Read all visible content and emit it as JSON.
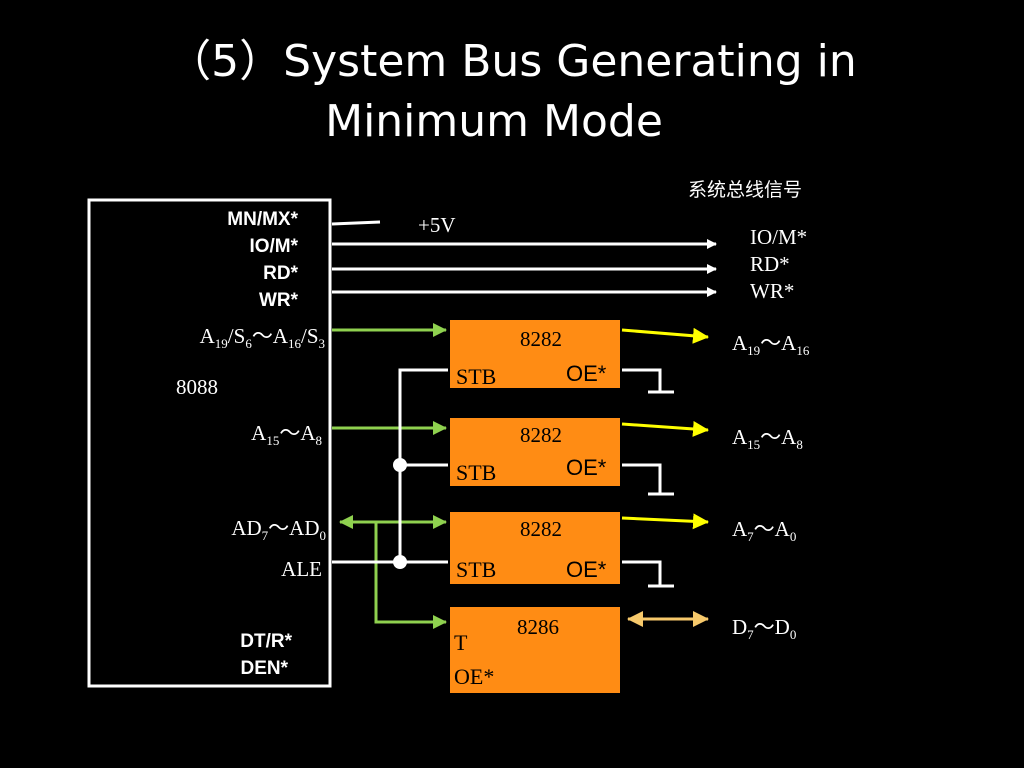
{
  "slide": {
    "title_line1": "（5）System Bus Generating in",
    "title_line2": "Minimum Mode",
    "system_bus_label": "系统总线信号"
  },
  "cpu": {
    "name": "8088",
    "pins": {
      "mnmx": "MN/MX*",
      "iom": "IO/M*",
      "rd": "RD*",
      "wr": "WR*",
      "a19_main": "A",
      "a19_s1": "19",
      "a19_m2": "/S",
      "a19_s2": "6",
      "a19_m3": "～A",
      "a19_s3": "16",
      "a19_m4": "/S",
      "a19_s4": "3",
      "a15_main": "A",
      "a15_s1": "15",
      "a15_m2": "～A",
      "a15_s2": "8",
      "ad_main": "AD",
      "ad_s1": "7",
      "ad_m2": "～AD",
      "ad_s2": "0",
      "ale": "ALE",
      "dtr": "DT/R*",
      "den": "DEN*"
    }
  },
  "supply": {
    "label": "+5V"
  },
  "bus_outputs": {
    "iom": "IO/M*",
    "rd": "RD*",
    "wr": "WR*",
    "a19": {
      "main": "A",
      "s1": "19",
      "m2": "～A",
      "s2": "16"
    },
    "a15": {
      "main": "A",
      "s1": "15",
      "m2": "～A",
      "s2": "8"
    },
    "a7": {
      "main": "A",
      "s1": "7",
      "m2": "～A",
      "s2": "0"
    },
    "d7": {
      "main": "D",
      "s1": "7",
      "m2": "～D",
      "s2": "0"
    }
  },
  "latches": [
    {
      "name": "8282",
      "stb": "STB",
      "oe": "OE*"
    },
    {
      "name": "8282",
      "stb": "STB",
      "oe": "OE*"
    },
    {
      "name": "8282",
      "stb": "STB",
      "oe": "OE*"
    }
  ],
  "transceiver": {
    "name": "8286",
    "t": "T",
    "oe": "OE*"
  },
  "colors": {
    "background": "#000000",
    "chip": "#FF8C14",
    "input_arrow": "#8FD14F",
    "output_arrow": "#FFFF00",
    "data_arrow": "#F7C96B",
    "wire": "#FFFFFF"
  }
}
